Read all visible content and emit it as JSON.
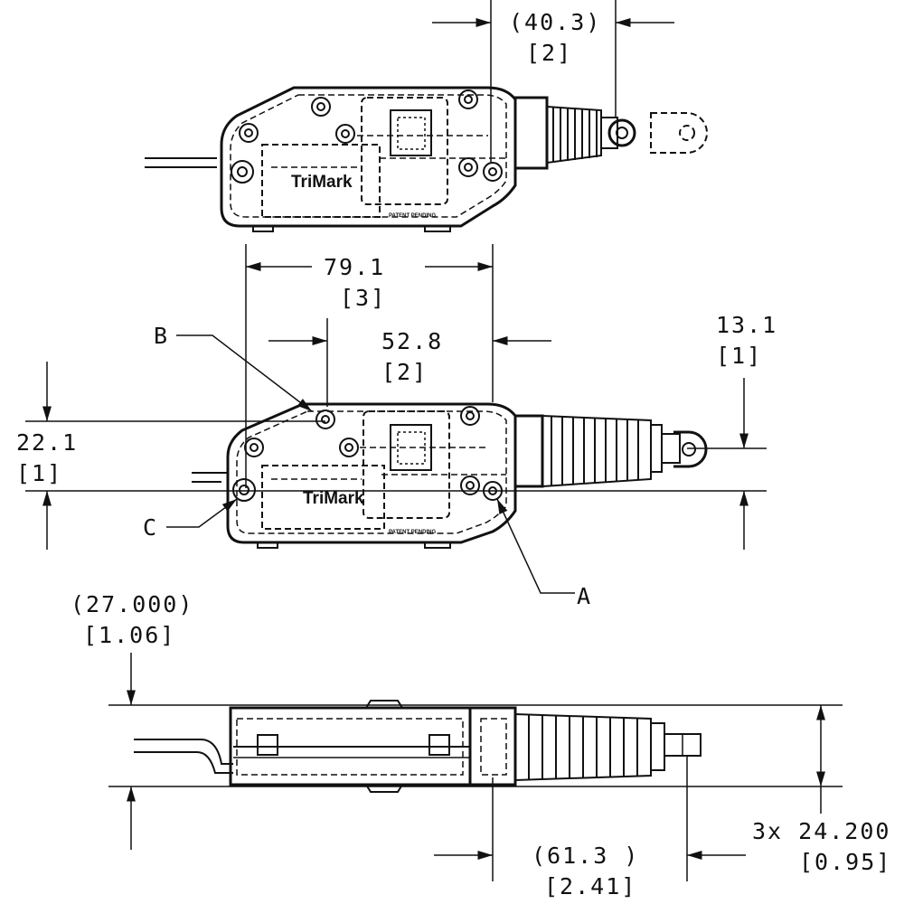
{
  "dimensions": {
    "top_width": {
      "value": "(40.3)",
      "sub": "[2]"
    },
    "mid_length": {
      "value": "79.1",
      "sub": "[3]"
    },
    "mid_inner": {
      "value": "52.8",
      "sub": "[2]"
    },
    "right_offset": {
      "value": "13.1",
      "sub": "[1]"
    },
    "left_height": {
      "value": "22.1",
      "sub": "[1]"
    },
    "bottom_height": {
      "value": "(27.000)",
      "sub": "[1.06]"
    },
    "bottom_length": {
      "value": "(61.3  )",
      "sub": "[2.41]"
    },
    "bottom_thick": {
      "value": "3x 24.200",
      "sub": "[0.95]"
    }
  },
  "callouts": {
    "a": "A",
    "b": "B",
    "c": "C"
  },
  "brand": {
    "logo": "TriMark",
    "patent": "PATENT PENDING"
  }
}
